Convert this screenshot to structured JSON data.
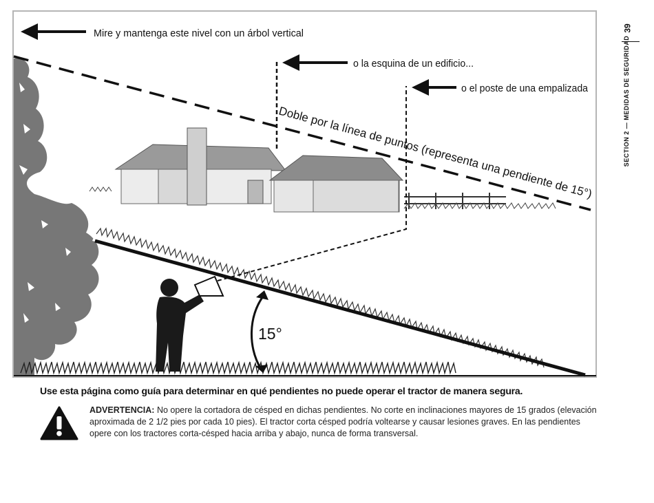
{
  "figure": {
    "tree_label": "Mire y mantenga este nivel con un árbol vertical",
    "building_label": "o la esquina de un edificio...",
    "fence_label": "o el poste de una empalizada",
    "fold_label": "Doble por la línea de puntos (representa una pendiente de 15°)",
    "angle_label": "15°"
  },
  "caption": "Use esta página como guía para determinar en qué pendientes no puede operar el tractor de manera segura.",
  "warning": {
    "title": "ADVERTENCIA:",
    "text": "No opere la cortadora de césped en dichas pendientes. No corte en inclinaciones mayores de 15 grados (elevación aproximada de 2 1/2 pies por cada 10 pies).  El tractor corta césped podría voltearse y causar lesiones graves. En las pendientes opere con los tractores corta-césped hacia arriba y abajo, nunca de forma transversal."
  },
  "sidebar": {
    "page_number": "39",
    "section": "Section 2 — Medidas de seguridad"
  }
}
